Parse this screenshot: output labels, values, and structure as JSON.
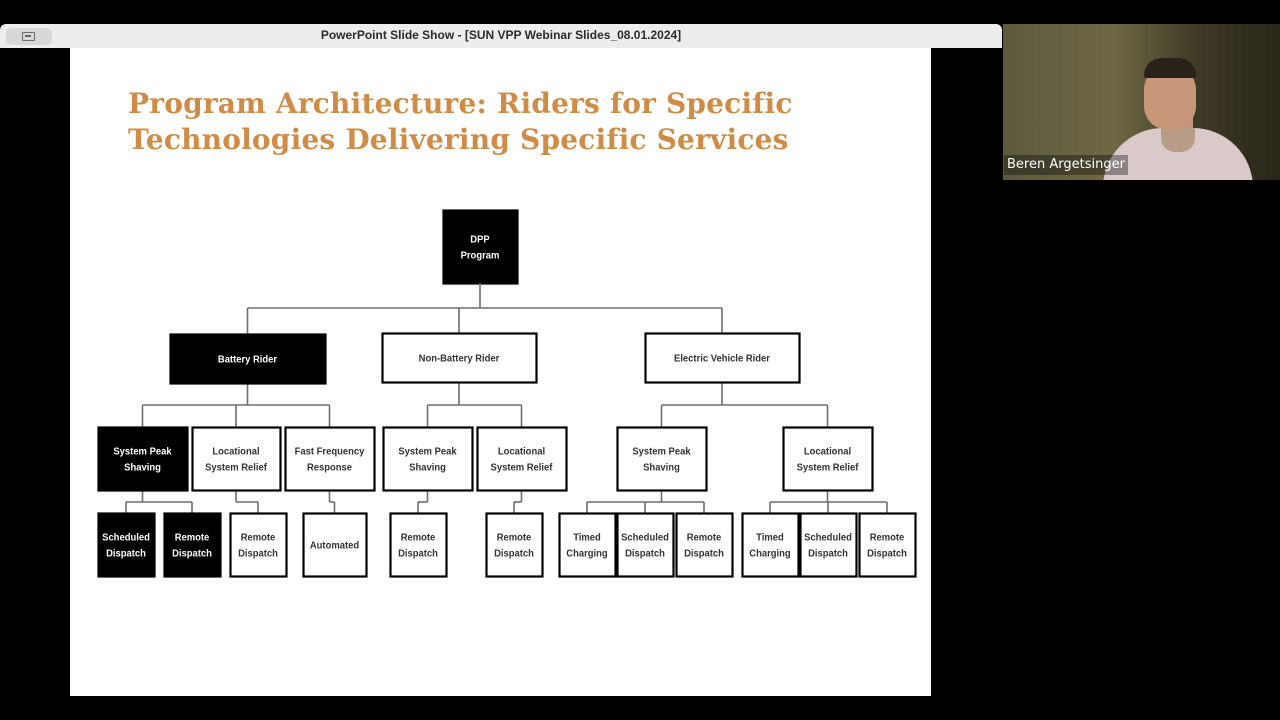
{
  "window": {
    "title": "PowerPoint Slide Show - [SUN VPP Webinar Slides_08.01.2024]",
    "button_icon": "sidebar-toggle-icon"
  },
  "slide": {
    "title_line1": "Program Architecture: Riders for Specific",
    "title_line2": "Technologies Delivering Specific Services",
    "title_color": "#d08c46"
  },
  "org_chart": {
    "root": "DPP Program",
    "riders": [
      {
        "label": "Battery Rider",
        "filled": true,
        "services": [
          {
            "label": "System Peak Shaving",
            "filled": true,
            "methods": [
              {
                "label": "Scheduled Dispatch",
                "filled": true
              },
              {
                "label": "Remote Dispatch",
                "filled": true
              }
            ]
          },
          {
            "label": "Locational System Relief",
            "filled": false,
            "methods": [
              {
                "label": "Remote Dispatch",
                "filled": false
              }
            ]
          },
          {
            "label": "Fast Frequency Response",
            "filled": false,
            "methods": [
              {
                "label": "Automated",
                "filled": false
              }
            ]
          }
        ]
      },
      {
        "label": "Non-Battery Rider",
        "filled": false,
        "services": [
          {
            "label": "System Peak Shaving",
            "filled": false,
            "methods": [
              {
                "label": "Remote Dispatch",
                "filled": false
              }
            ]
          },
          {
            "label": "Locational System Relief",
            "filled": false,
            "methods": [
              {
                "label": "Remote Dispatch",
                "filled": false
              }
            ]
          }
        ]
      },
      {
        "label": "Electric Vehicle Rider",
        "filled": false,
        "services": [
          {
            "label": "System Peak Shaving",
            "filled": false,
            "methods": [
              {
                "label": "Timed Charging",
                "filled": false
              },
              {
                "label": "Scheduled Dispatch",
                "filled": false
              },
              {
                "label": "Remote Dispatch",
                "filled": false
              }
            ]
          },
          {
            "label": "Locational System Relief",
            "filled": false,
            "methods": [
              {
                "label": "Timed Charging",
                "filled": false
              },
              {
                "label": "Scheduled Dispatch",
                "filled": false
              },
              {
                "label": "Remote Dispatch",
                "filled": false
              }
            ]
          }
        ]
      }
    ]
  },
  "video": {
    "participant_name": "Beren Argetsinger"
  }
}
